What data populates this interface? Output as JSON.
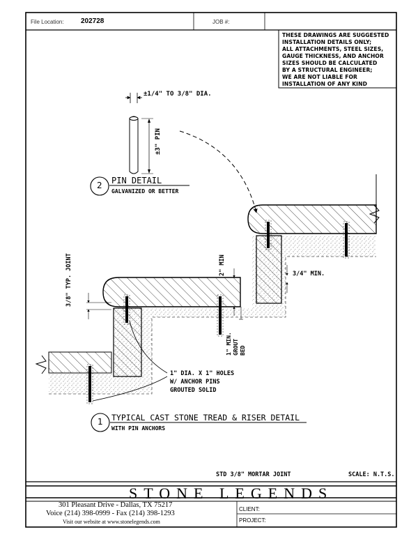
{
  "header": {
    "file_location_label": "File Location:",
    "file_location_value": "202728",
    "job_label": "JOB #:"
  },
  "disclaimer_lines": [
    "THESE DRAWINGS ARE SUGGESTED",
    "INSTALLATION DETAILS ONLY;",
    "ALL ATTACHMENTS, STEEL SIZES,",
    "GAUGE THICKNESS, AND ANCHOR",
    "SIZES SHOULD BE CALCULATED",
    "BY A STRUCTURAL ENGINEER;",
    "WE ARE NOT LIABLE FOR",
    "INSTALLATION OF ANY KIND"
  ],
  "pin_detail": {
    "number": "2",
    "title": "PIN DETAIL",
    "subtitle": "GALVANIZED OR BETTER",
    "dia_label_from": "1/4",
    "dia_label_to": "3/8",
    "dia_label_suffix": "DIA.",
    "length_label": "±3\" PIN"
  },
  "main_detail": {
    "number": "1",
    "title": "TYPICAL CAST STONE TREAD & RISER DETAIL",
    "subtitle": "WITH PIN ANCHORS"
  },
  "callouts": {
    "typ_joint": "3/8\" TYP. JOINT",
    "two_min": "2\" MIN",
    "three_quarter_min": "3/4\" MIN.",
    "grout_bed": [
      "1\" MIN.",
      "GROUT",
      "BED"
    ],
    "holes": [
      "1\" DIA. X 1\" HOLES",
      "W/ ANCHOR PINS",
      "GROUTED SOLID"
    ],
    "mortar_joint": "STD 3/8\" MORTAR JOINT",
    "scale": "SCALE: N.T.S."
  },
  "footer": {
    "brand": "STONE LEGENDS",
    "address": "301 Pleasant Drive - Dallas, TX 75217",
    "phone": "Voice (214) 398-0999 - Fax (214) 398-1293",
    "website": "Visit our website at    www.stonelegends.com",
    "client_label": "CLIENT:",
    "project_label": "PROJECT:"
  }
}
